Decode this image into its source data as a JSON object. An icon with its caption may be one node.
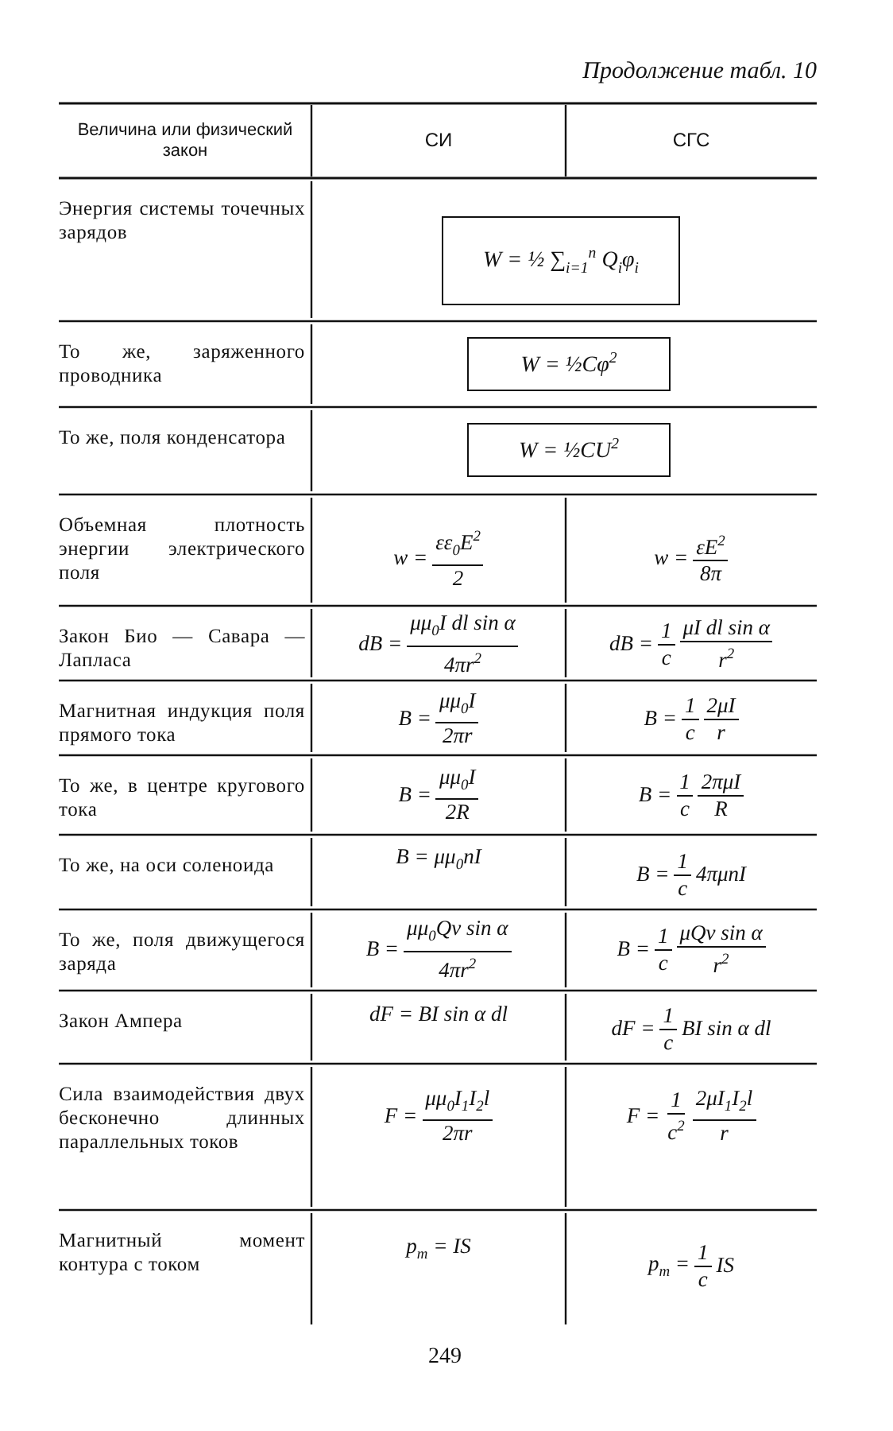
{
  "diagram": {
    "title": "Продолжение табл. 10",
    "nodes": [
      {
        "text": [
          "W = ½ ∑$_{i=1}$$^{n}$ Q$_{i}$φ$_{i}$"
        ]
      },
      {
        "text": [
          "W = ½Cφ$^{2}$"
        ]
      },
      {
        "text": [
          "W = ½CU$^{2}$"
        ]
      }
    ],
    "labels": [
      "Величина или физический закон",
      "СИ",
      "СГС",
      "Энергия системы точечных зарядов",
      "То же, заряженного проводника",
      "То же, поля конденсатора",
      "Объемная плотность энергии электрического поля",
      "w =",
      "εε$_{0}$E$^{2}$",
      "2",
      "w =",
      "εE$^{2}$",
      "8π",
      "Закон Био — Савара — Лапласа",
      "dB =",
      "μμ$_{0}$I dl sin α",
      "4πr$^{2}$",
      "dB =",
      "1",
      "c",
      "μI dl sin α",
      "r$^{2}$",
      "Магнитная индукция поля прямого тока",
      "B =",
      "μμ$_{0}$I",
      "2πr",
      "B =",
      "1",
      "c",
      "2μI",
      "r",
      "То же, в центре кругового тока",
      "B =",
      "μμ$_{0}$I",
      "2R",
      "B =",
      "1",
      "c",
      "2πμI",
      "R",
      "То же, на оси соленоида",
      "B = μμ$_{0}$nI",
      "B =",
      "1",
      "c",
      "4πμnI",
      "То же, поля движущегося заряда",
      "B =",
      "μμ$_{0}$Qv sin α",
      "4πr$^{2}$",
      "B =",
      "1",
      "c",
      "μQv sin α",
      "r$^{2}$",
      "Закон Ампера",
      "dF = BI sin α dl",
      "dF =",
      "1",
      "c",
      "BI sin α dl",
      "Сила взаимодействия двух бесконечно длинных параллельных токов",
      "F =",
      "μμ$_{0}$I$_{1}$I$_{2}$l",
      "2πr",
      "F =",
      "1",
      "c$^{2}$",
      "2μI$_{1}$I$_{2}$l",
      "r",
      "Магнитный момент контура с током",
      "p$_{m}$ = IS",
      "p$_{m}$ =",
      "1",
      "c",
      "IS",
      "249"
    ]
  }
}
